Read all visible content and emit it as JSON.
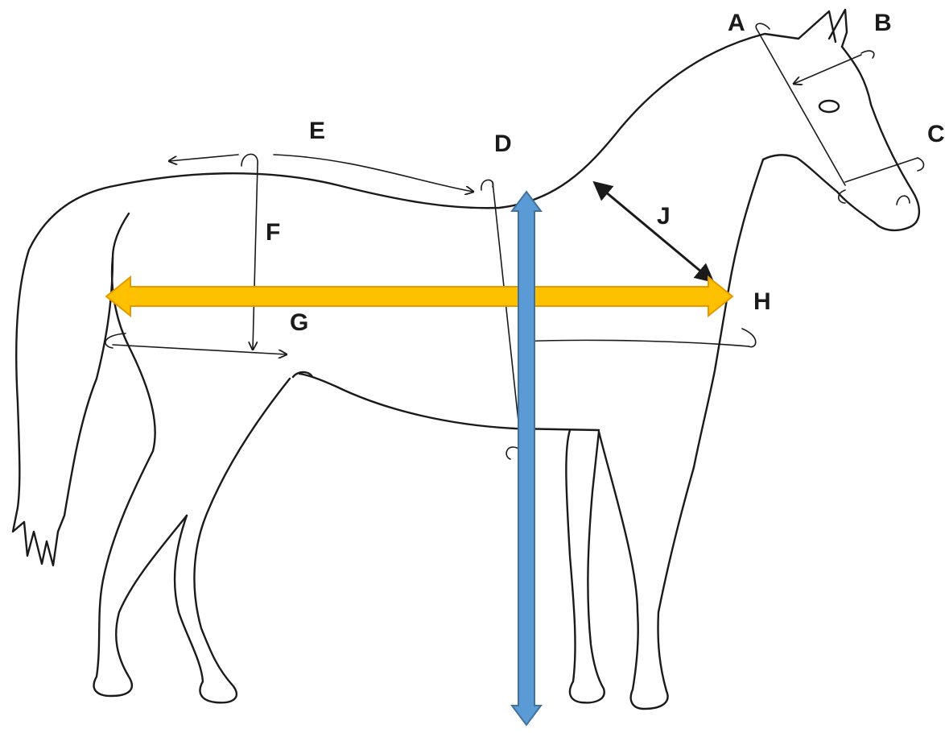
{
  "labels": {
    "a": "A",
    "b": "B",
    "c": "C",
    "d": "D",
    "e": "E",
    "f": "F",
    "g": "G",
    "h": "H",
    "j": "J"
  },
  "colors": {
    "outline": "#1a1a1a",
    "length_arrow_fill": "#FFC000",
    "length_arrow_stroke": "#E39A00",
    "height_arrow_fill": "#5B9BD5",
    "height_arrow_stroke": "#41719C"
  }
}
